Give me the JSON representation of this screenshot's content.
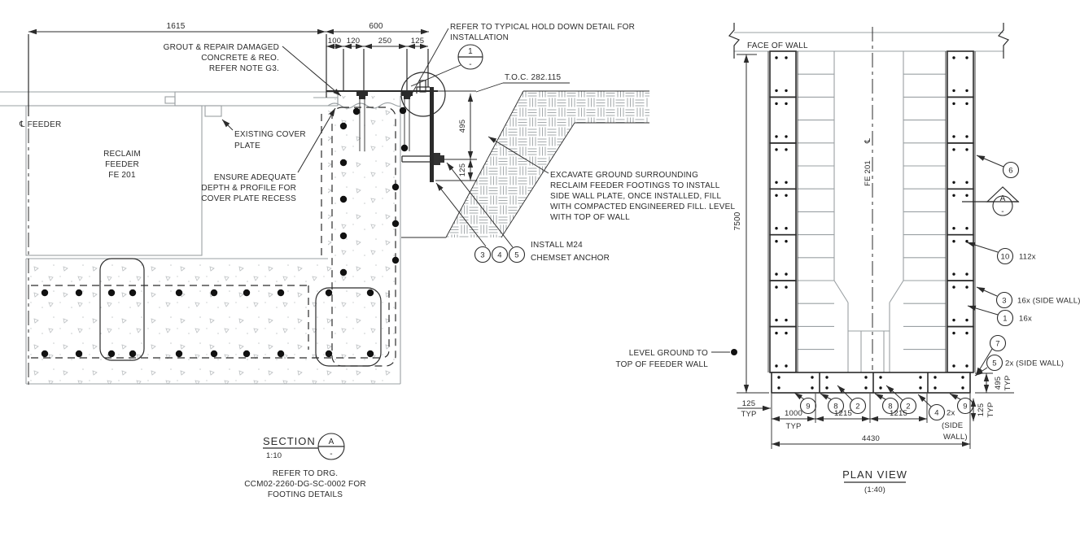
{
  "colors": {
    "ink": "#2b2b2b",
    "gray": "#9aa0a3"
  },
  "section_view": {
    "dims": {
      "d1615": "1615",
      "d600": "600",
      "d100": "100",
      "d120": "120",
      "d250": "250",
      "d125": "125",
      "d495": "495",
      "d125b": "125"
    },
    "notes": {
      "grout1": "GROUT & REPAIR DAMAGED",
      "grout2": "CONCRETE & REO.",
      "grout3": "REFER NOTE G3.",
      "hold1": "REFER TO TYPICAL HOLD DOWN DETAIL FOR",
      "hold2": "INSTALLATION",
      "toc": "T.O.C. 282.115",
      "cl_feeder": "℄ FEEDER",
      "feeder1": "RECLAIM",
      "feeder2": "FEEDER",
      "feeder3": "FE 201",
      "cover1": "EXISTING COVER",
      "cover2": "PLATE",
      "ensure1": "ENSURE ADEQUATE",
      "ensure2": "DEPTH & PROFILE FOR",
      "ensure3": "COVER PLATE RECESS",
      "excav1": "EXCAVATE GROUND SURROUNDING",
      "excav2": "RECLAIM FEEDER FOOTINGS TO INSTALL",
      "excav3": "SIDE WALL PLATE, ONCE INSTALLED, FILL",
      "excav4": "WITH COMPACTED ENGINEERED FILL. LEVEL",
      "excav5": "WITH TOP OF WALL",
      "install1": "INSTALL M24",
      "install2": "CHEMSET ANCHOR"
    },
    "bubble": {
      "num": "1",
      "sub": "-"
    },
    "callouts": {
      "c3": "3",
      "c4": "4",
      "c5": "5"
    },
    "title": {
      "name": "SECTION",
      "scale": "1:10",
      "marker": "A",
      "marker_sub": "-"
    },
    "footer": {
      "l1": "REFER TO DRG.",
      "l2": "CCM02-2260-DG-SC-0002 FOR",
      "l3": "FOOTING DETAILS"
    }
  },
  "plan_view": {
    "labels": {
      "face_of_wall": "FACE OF WALL",
      "cl": "℄",
      "fe": "FE 201",
      "level1": "LEVEL GROUND TO",
      "level2": "TOP OF FEEDER WALL"
    },
    "marker": {
      "letter": "A",
      "sub": "-"
    },
    "callouts": {
      "c6": "6",
      "c10": {
        "n": "10",
        "t": "112x"
      },
      "c3": {
        "n": "3",
        "t": "16x (SIDE WALL)"
      },
      "c1": {
        "n": "1",
        "t": "16x"
      },
      "c7": "7",
      "c5": {
        "n": "5",
        "t": "2x (SIDE WALL)"
      },
      "c9a": "9",
      "c8a": "8",
      "c2a": "2",
      "c8b": "8",
      "c2b": "2",
      "c9b": "9",
      "c4": {
        "n": "4",
        "t1": "2x",
        "t2": "(SIDE",
        "t3": "WALL)"
      }
    },
    "dims": {
      "d7500": "7500",
      "d125l": {
        "v": "125",
        "typ": "TYP"
      },
      "d1000": {
        "v": "1000",
        "typ": "TYP"
      },
      "d1215a": "1215",
      "d1215b": "1215",
      "d4430": "4430",
      "d495r": {
        "v": "495",
        "typ": "TYP"
      },
      "d125r": {
        "v": "125",
        "typ": "TYP"
      }
    },
    "title": {
      "name": "PLAN VIEW",
      "scale": "(1:40)"
    }
  }
}
